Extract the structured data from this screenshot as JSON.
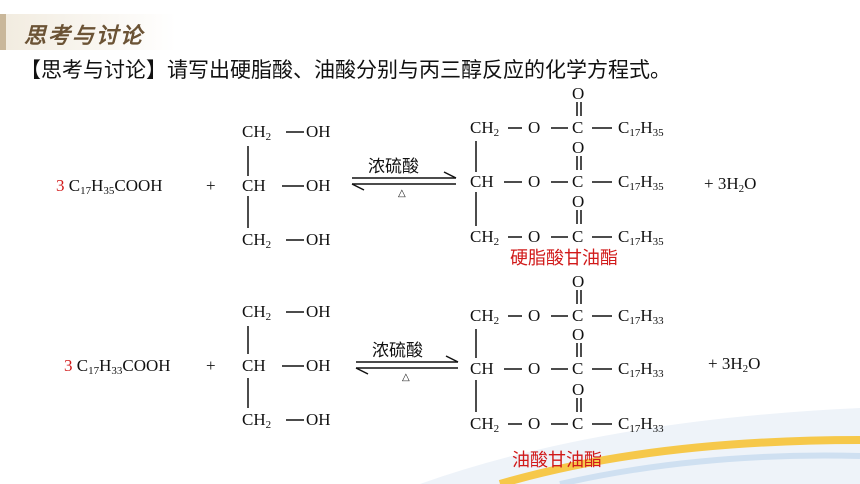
{
  "header": {
    "title": "思考与讨论"
  },
  "question": "【思考与讨论】请写出硬脂酸、油酸分别与丙三醇反应的化学方程式。",
  "reaction1": {
    "coefficient": "3",
    "acid": "C17H35COOH",
    "acid_parts": [
      "C",
      "17",
      "H",
      "35",
      "COOH"
    ],
    "plus": "+",
    "glycerol": [
      "CH2—OH",
      "CH —OH",
      "CH2—OH"
    ],
    "catalyst": "浓硫酸",
    "heat": "△",
    "ester_chain": "C17H35",
    "ester_atoms": [
      "O",
      "C"
    ],
    "product_water": "+ 3H2O",
    "product_name": "硬脂酸甘油酯"
  },
  "reaction2": {
    "coefficient": "3",
    "acid": "C17H33COOH",
    "acid_parts": [
      "C",
      "17",
      "H",
      "33",
      "COOH"
    ],
    "plus": "+",
    "glycerol": [
      "CH2—OH",
      "CH —OH",
      "CH2—OH"
    ],
    "catalyst": "浓硫酸",
    "heat": "△",
    "ester_chain": "C17H33",
    "ester_atoms": [
      "O",
      "C"
    ],
    "product_water": "+ 3H2O",
    "product_name": "油酸甘油酯"
  }
}
